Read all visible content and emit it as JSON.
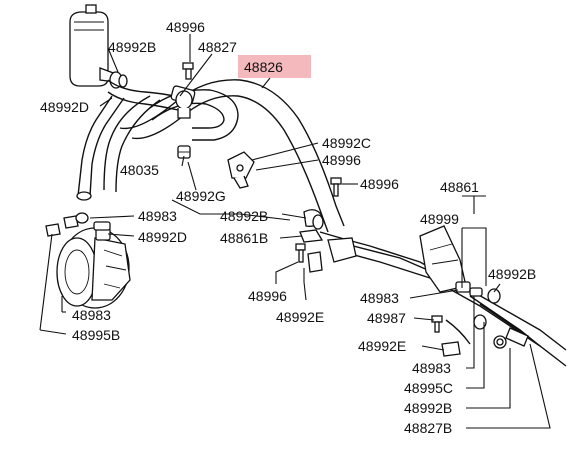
{
  "diagram": {
    "highlight_color": "#f4b9bd",
    "highlighted_label": "48826",
    "labels": {
      "l48996_top": "48996",
      "l48992B_top": "48992B",
      "l48827": "48827",
      "l48826": "48826",
      "l48992D_left": "48992D",
      "l48992C": "48992C",
      "l48996_mid": "48996",
      "l48035": "48035",
      "l48996_right": "48996",
      "l48992G": "48992G",
      "l48861_right": "48861",
      "l48983_a": "48983",
      "l48992B_mid": "48992B",
      "l48999": "48999",
      "l48992D_mid": "48992D",
      "l48861B": "48861B",
      "l48992B_right": "48992B",
      "l48996_low": "48996",
      "l48983_b": "48983",
      "l48992E_mid": "48992E",
      "l48987": "48987",
      "l48983_left": "48983",
      "l48995B": "48995B",
      "l48992E_low": "48992E",
      "l48983_c": "48983",
      "l48995C": "48995C",
      "l48992B_low": "48992B",
      "l48827B": "48827B"
    }
  }
}
